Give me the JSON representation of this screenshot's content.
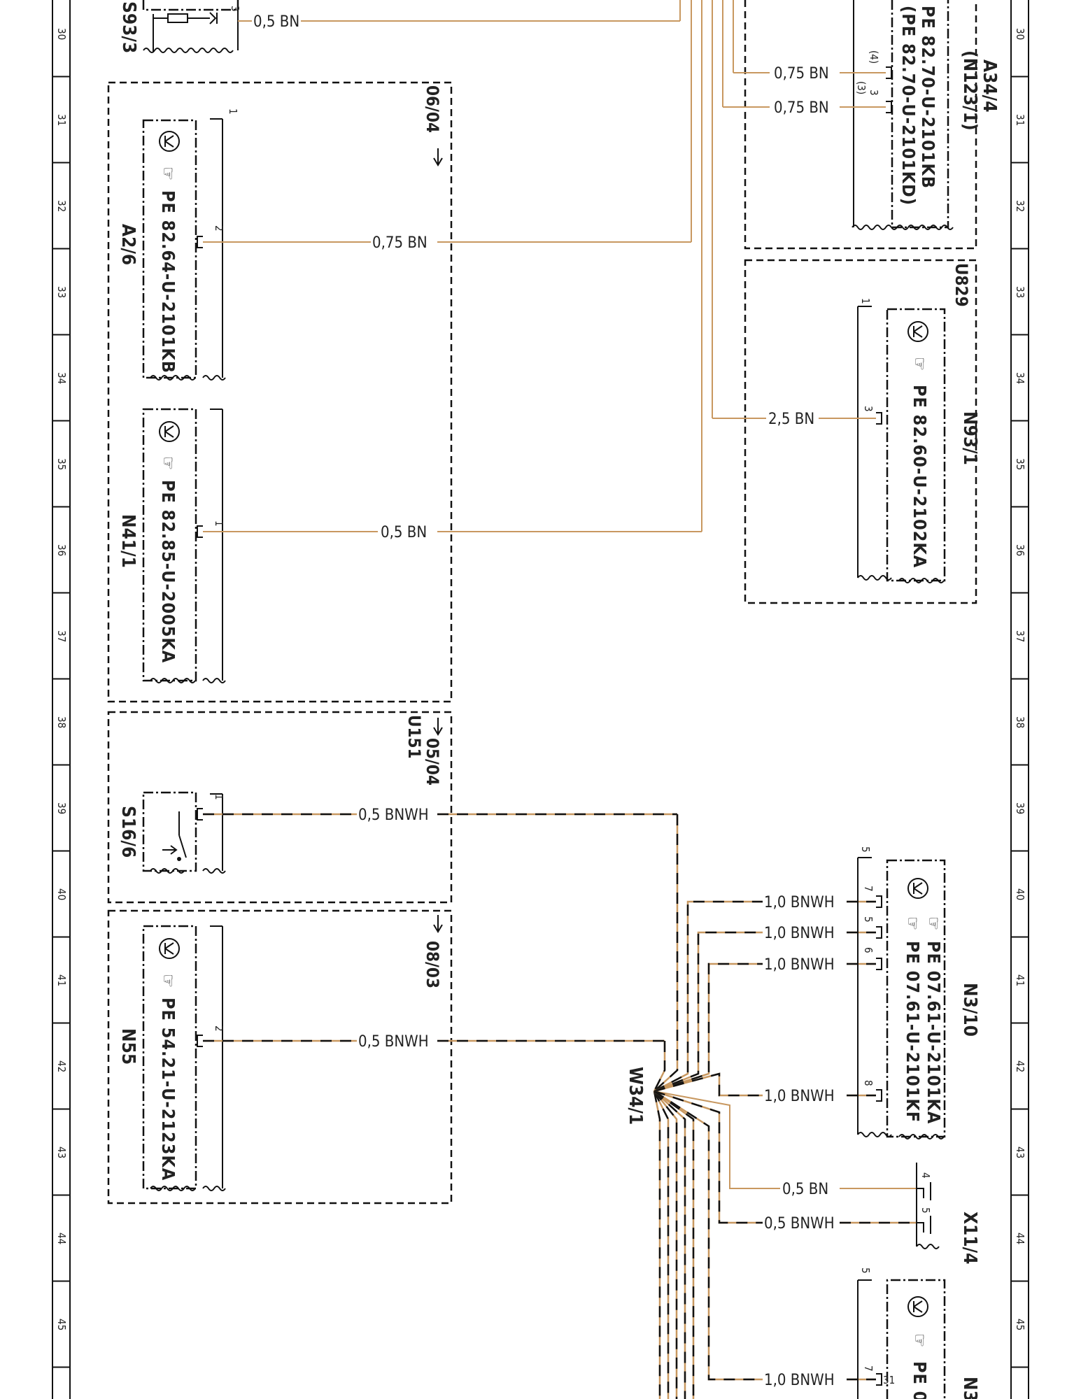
{
  "rows": [
    "30",
    "31",
    "32",
    "33",
    "34",
    "35",
    "36",
    "37",
    "38",
    "39",
    "40",
    "41",
    "42",
    "43",
    "44",
    "45"
  ],
  "colors": {
    "wire_bn": "#c89860",
    "line": "#111111"
  },
  "components": {
    "s93_3": {
      "name": "S93/3",
      "pin": "3",
      "wire": "0,5 BN"
    },
    "a34_4": {
      "name": "A34/4",
      "alt": "(N123/1)",
      "pe1": "PE 82.70-U-2101KB",
      "pe2": "(PE 82.70-U-2101KD)",
      "pin1": "(4)",
      "pin2": "3",
      "pin2b": "(3)",
      "wire1": "0,75 BN",
      "wire2": "0,75 BN"
    },
    "a2_6": {
      "name": "A2/6",
      "pe": "PE 82.64-U-2101KB",
      "pin": "2",
      "pin_top": "1",
      "wire": "0,75 BN"
    },
    "ref_06_04": "06/04",
    "n41_1": {
      "name": "N41/1",
      "pe": "PE 82.85-U-2005KA",
      "pin": "1",
      "wire": "0,5 BN"
    },
    "u829": "U829",
    "n93_1": {
      "name": "N93/1",
      "pe": "PE 82.60-U-2102KA",
      "pin": "3",
      "pin_top": "1",
      "wire": "2,5 BN"
    },
    "ref_05_04": "05/04",
    "u151": "U151",
    "s16_6": {
      "name": "S16/6",
      "pin": "1",
      "wire": "0,5 BNWH"
    },
    "ref_08_03": "08/03",
    "n55": {
      "name": "N55",
      "pe": "PE 54.21-U-2123KA",
      "pin": "2",
      "wire": "0,5 BNWH"
    },
    "w34_1": "W34/1",
    "n3_10": {
      "name": "N3/10",
      "pe1": "PE 07.61-U-2101KA",
      "pe2": "PE 07.61-U-2101KF",
      "top": "5",
      "pins": [
        {
          "pin": "7",
          "wire": "1,0 BNWH"
        },
        {
          "pin": "5",
          "wire": "1,0 BNWH"
        },
        {
          "pin": "6",
          "wire": "1,0 BNWH"
        },
        {
          "pin": "8",
          "wire": "1,0 BNWH"
        }
      ]
    },
    "x11_4": {
      "name": "X11/4",
      "pins": [
        {
          "pin": "4",
          "wire": "0,5 BN"
        },
        {
          "pin": "5",
          "wire": "0,5 BNWH"
        }
      ]
    },
    "n3_bottom": {
      "name": "N3",
      "pe": "PE 0",
      "top": "5",
      "pin": "7",
      "pin2": "31",
      "wire": "1,0 BNWH"
    }
  }
}
